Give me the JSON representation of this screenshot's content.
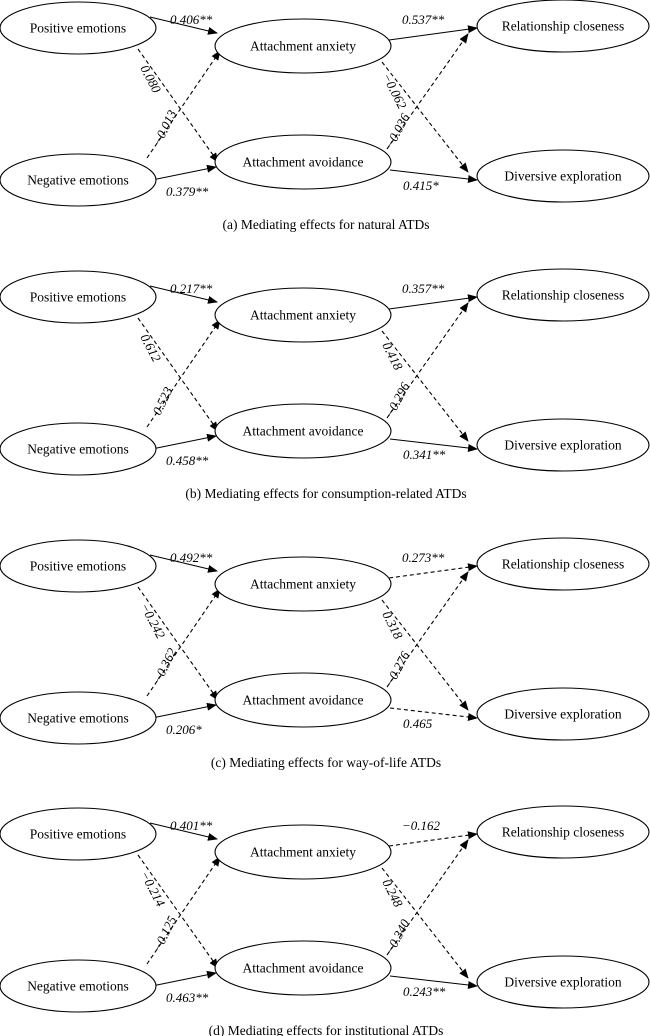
{
  "panels": [
    {
      "caption": "(a) Mediating effects for natural ATDs",
      "nodes": {
        "pos": "Positive emotions",
        "neg": "Negative emotions",
        "anx": "Attachment anxiety",
        "avo": "Attachment avoidance",
        "rel": "Relationship closeness",
        "div": "Diversive exploration"
      },
      "paths": {
        "pos_anx": {
          "label": "0.406**",
          "significant": true
        },
        "pos_avo": {
          "label": "0.080",
          "significant": false
        },
        "neg_anx": {
          "label": "−0.013",
          "significant": false
        },
        "neg_avo": {
          "label": "0.379**",
          "significant": true
        },
        "anx_rel": {
          "label": "0.537**",
          "significant": true
        },
        "anx_div": {
          "label": "−0.062",
          "significant": false
        },
        "avo_rel": {
          "label": "−0.036",
          "significant": false
        },
        "avo_div": {
          "label": "0.415*",
          "significant": true
        }
      }
    },
    {
      "caption": "(b) Mediating effects for consumption-related ATDs",
      "nodes": {
        "pos": "Positive emotions",
        "neg": "Negative emotions",
        "anx": "Attachment anxiety",
        "avo": "Attachment avoidance",
        "rel": "Relationship closeness",
        "div": "Diversive exploration"
      },
      "paths": {
        "pos_anx": {
          "label": "0.217**",
          "significant": true
        },
        "pos_avo": {
          "label": "0.612",
          "significant": false
        },
        "neg_anx": {
          "label": "0.523",
          "significant": false
        },
        "neg_avo": {
          "label": "0.458**",
          "significant": true
        },
        "anx_rel": {
          "label": "0.357**",
          "significant": true
        },
        "anx_div": {
          "label": "0.418",
          "significant": false
        },
        "avo_rel": {
          "label": "−0.296",
          "significant": false
        },
        "avo_div": {
          "label": "0.341**",
          "significant": true
        }
      }
    },
    {
      "caption": "(c) Mediating effects for way-of-life ATDs",
      "nodes": {
        "pos": "Positive emotions",
        "neg": "Negative emotions",
        "anx": "Attachment anxiety",
        "avo": "Attachment avoidance",
        "rel": "Relationship closeness",
        "div": "Diversive exploration"
      },
      "paths": {
        "pos_anx": {
          "label": "0.492**",
          "significant": true
        },
        "pos_avo": {
          "label": "−0.242",
          "significant": false
        },
        "neg_anx": {
          "label": "−0.362",
          "significant": false
        },
        "neg_avo": {
          "label": "0.206*",
          "significant": true
        },
        "anx_rel": {
          "label": "0.273**",
          "significant": false
        },
        "anx_div": {
          "label": "0.318",
          "significant": false
        },
        "avo_rel": {
          "label": "−0.276",
          "significant": false
        },
        "avo_div": {
          "label": "0.465",
          "significant": false
        }
      }
    },
    {
      "caption": "(d) Mediating effects for institutional ATDs",
      "nodes": {
        "pos": "Positive emotions",
        "neg": "Negative emotions",
        "anx": "Attachment anxiety",
        "avo": "Attachment avoidance",
        "rel": "Relationship closeness",
        "div": "Diversive exploration"
      },
      "paths": {
        "pos_anx": {
          "label": "0.401**",
          "significant": true
        },
        "pos_avo": {
          "label": "−0.214",
          "significant": false
        },
        "neg_anx": {
          "label": "−0.125",
          "significant": false
        },
        "neg_avo": {
          "label": "0.463**",
          "significant": true
        },
        "anx_rel": {
          "label": "−0.162",
          "significant": false
        },
        "anx_div": {
          "label": "0.248",
          "significant": false
        },
        "avo_rel": {
          "label": "−0.340",
          "significant": false
        },
        "avo_div": {
          "label": "0.243**",
          "significant": true
        }
      }
    }
  ]
}
